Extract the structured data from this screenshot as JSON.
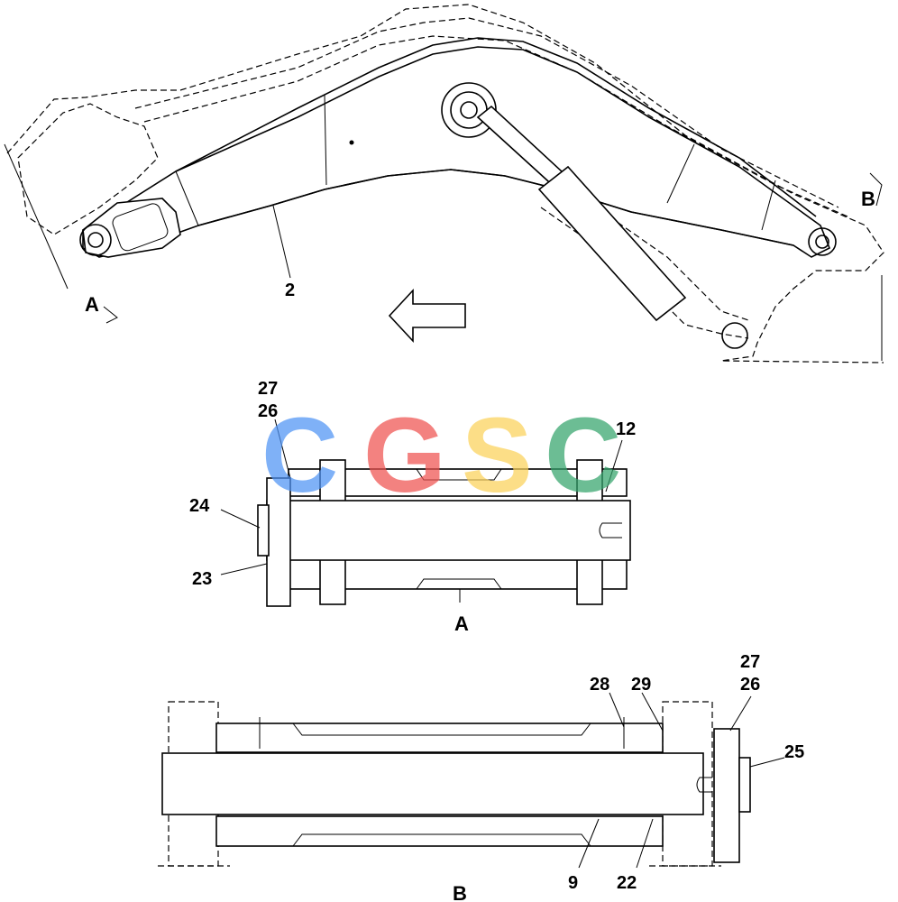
{
  "view_top": {
    "part_label": "2",
    "section_a_marker": "A",
    "section_b_marker": "B"
  },
  "view_a": {
    "caption": "A",
    "callouts": [
      "27",
      "26",
      "12",
      "24",
      "23"
    ]
  },
  "view_b": {
    "caption": "B",
    "callouts": [
      "27",
      "26",
      "28",
      "29",
      "25",
      "9",
      "22"
    ]
  },
  "watermark": {
    "letters": [
      "C",
      "G",
      "S",
      "C"
    ],
    "colors": [
      "#4f94f5",
      "#ef5350",
      "#fbd25a",
      "#34a46c"
    ]
  }
}
